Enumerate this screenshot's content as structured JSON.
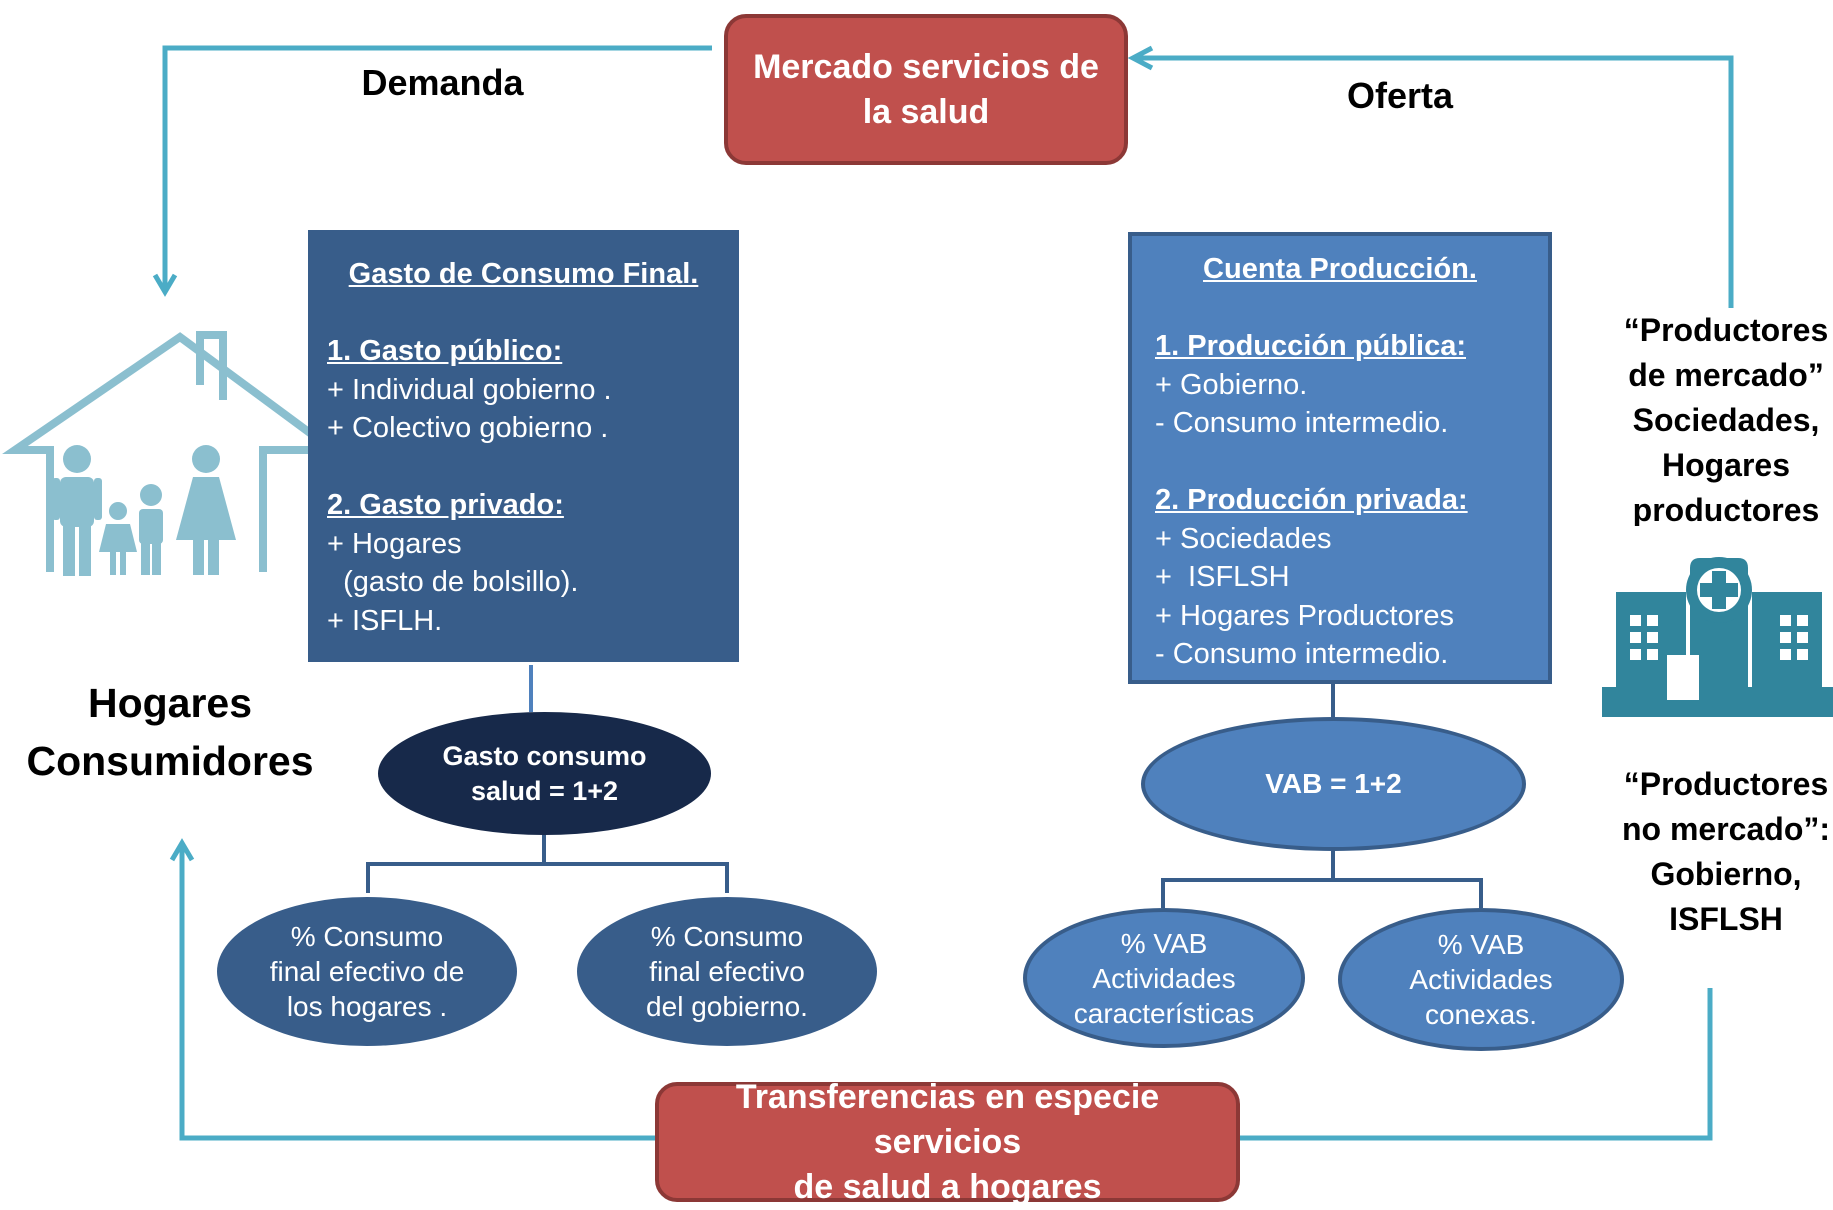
{
  "market_box": {
    "line1": "Mercado servicios de",
    "line2": "la salud"
  },
  "transfer_box": {
    "line1": "Transferencias en especie servicios",
    "line2": "de salud a hogares"
  },
  "labels": {
    "demanda": "Demanda",
    "oferta": "Oferta",
    "hogares_line1": "Hogares",
    "hogares_line2": "Consumidores"
  },
  "productores_mercado": [
    "“Productores",
    "de mercado”",
    "Sociedades,",
    "Hogares",
    "productores"
  ],
  "productores_no_mercado": [
    "“Productores",
    "no mercado”:",
    "Gobierno,",
    "ISFLSH"
  ],
  "gasto_box": {
    "title": "Gasto de Consumo Final.",
    "section1_title": "1. Gasto público:",
    "section1_items": [
      "+ Individual gobierno .",
      "+ Colectivo gobierno ."
    ],
    "section2_title": "2. Gasto privado:",
    "section2_items": [
      "+ Hogares",
      "  (gasto de bolsillo).",
      "+ ISFLH."
    ]
  },
  "produccion_box": {
    "title": "Cuenta Producción.",
    "section1_title": "1. Producción pública:",
    "section1_items": [
      "+ Gobierno.",
      "- Consumo intermedio."
    ],
    "section2_title": "2. Producción privada:",
    "section2_items": [
      "+ Sociedades",
      "+  ISFLSH",
      "+ Hogares Productores",
      "- Consumo intermedio."
    ]
  },
  "gasto_ellipse": {
    "line1": "Gasto consumo",
    "line2": "salud = 1+2"
  },
  "vab_ellipse": {
    "line1": "VAB = 1+2"
  },
  "consumo_hogares": [
    "% Consumo",
    "final efectivo de",
    "los hogares ."
  ],
  "consumo_gobierno": [
    "% Consumo",
    "final efectivo",
    "del gobierno."
  ],
  "vab_caracteristicas": [
    "% VAB",
    "Actividades",
    "características"
  ],
  "vab_conexas": [
    "% VAB",
    "Actividades",
    "conexas."
  ],
  "icons": [
    "family-house-icon",
    "hospital-icon"
  ],
  "colors": {
    "red_box": "#c0504d",
    "dark_blue_box": "#385d8a",
    "mid_blue_box": "#4f81bd",
    "navy_ellipse": "#17294a",
    "arrow_teal": "#4bacc6",
    "house_icon": "#8bbfcf",
    "hospital_icon": "#31859c"
  }
}
